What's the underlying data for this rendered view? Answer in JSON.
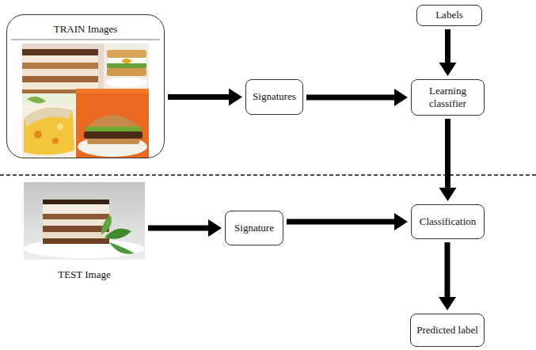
{
  "diagram": {
    "nodes": [
      {
        "text": [
          "TRAIN Images"
        ]
      },
      {
        "text": [
          "Signatures"
        ]
      },
      {
        "text": [
          "Labels"
        ]
      },
      {
        "text": [
          "Learning classifier"
        ]
      },
      {
        "text": [
          "TEST Image"
        ]
      },
      {
        "text": [
          "Signature"
        ]
      },
      {
        "text": [
          "Classification"
        ]
      },
      {
        "text": [
          "Predicted label"
        ]
      }
    ],
    "edges": [
      {
        "from": 0,
        "to": 1,
        "arrow": "to"
      },
      {
        "from": 1,
        "to": 3,
        "arrow": "to"
      },
      {
        "from": 2,
        "to": 3,
        "arrow": "to"
      },
      {
        "from": 3,
        "to": 6,
        "arrow": "to"
      },
      {
        "from": 4,
        "to": 5,
        "arrow": "to"
      },
      {
        "from": 5,
        "to": 6,
        "arrow": "to"
      },
      {
        "from": 6,
        "to": 7,
        "arrow": "to"
      }
    ]
  }
}
